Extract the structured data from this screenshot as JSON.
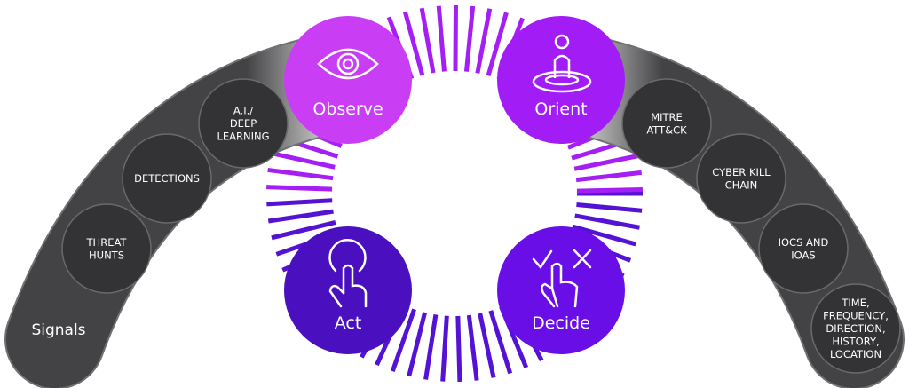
{
  "signals": {
    "label": "Signals",
    "items": [
      {
        "lines": [
          "THREAT",
          "HUNTS"
        ]
      },
      {
        "lines": [
          "DETECTIONS"
        ]
      },
      {
        "lines": [
          "A.I./",
          "DEEP",
          "LEARNING"
        ]
      }
    ]
  },
  "context": {
    "items": [
      {
        "lines": [
          "MITRE",
          "ATT&CK"
        ]
      },
      {
        "lines": [
          "CYBER KILL",
          "CHAIN"
        ]
      },
      {
        "lines": [
          "IOCS AND",
          "IOAS"
        ]
      },
      {
        "lines": [
          "TIME,",
          "FREQUENCY,",
          "DIRECTION,",
          "HISTORY,",
          "LOCATION"
        ]
      }
    ]
  },
  "loop": [
    {
      "label": "Observe",
      "icon": "eye-icon",
      "color": "#c93df5"
    },
    {
      "label": "Orient",
      "icon": "person-target-icon",
      "color": "#a21cf5"
    },
    {
      "label": "Decide",
      "icon": "check-cross-hand-icon",
      "color": "#6a0ee8"
    },
    {
      "label": "Act",
      "icon": "pointer-hand-icon",
      "color": "#4a10c0"
    }
  ],
  "colors": {
    "band": "#434345",
    "bubble": "#333335",
    "bubble_stroke": "#6a6a6c",
    "tick_top": "#a51ff5",
    "tick_bottom": "#5412d4"
  }
}
